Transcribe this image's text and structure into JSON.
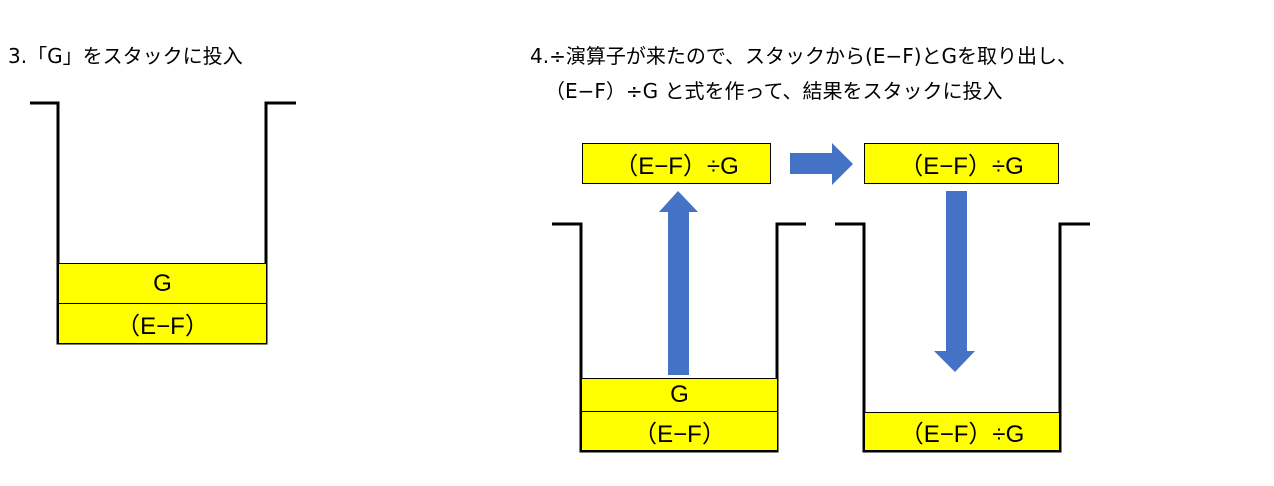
{
  "step3": {
    "caption": "3.「G」をスタックに投入",
    "stack": [
      "G",
      "（E−F）"
    ]
  },
  "step4": {
    "caption_line1": "4.÷演算子が来たので、スタックから(E−F)とGを取り出し、",
    "caption_line2": "（E−F）÷G と式を作って、結果をスタックに投入",
    "popped_stack": [
      "G",
      "（E−F）"
    ],
    "expression_box_left": "（E−F）÷G",
    "expression_box_right": "（E−F）÷G",
    "result_stack": [
      "（E−F）÷G"
    ]
  },
  "colors": {
    "cell": "#ffff00",
    "arrow": "#4472c4"
  }
}
